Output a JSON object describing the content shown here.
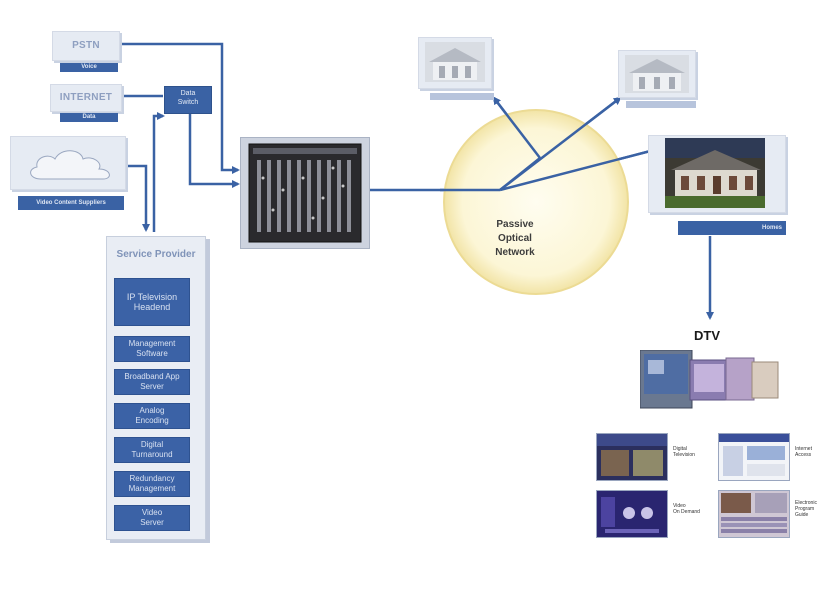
{
  "sources": {
    "pstn": {
      "label": "PSTN",
      "bar": "Voice"
    },
    "internet": {
      "label": "INTERNET",
      "bar": "Data"
    },
    "video": {
      "bar": "Video Content Suppliers"
    }
  },
  "data_switch": {
    "line1": "Data",
    "line2": "Switch"
  },
  "service_provider": {
    "title": "Service Provider",
    "items": [
      {
        "line1": "IP Television",
        "line2": "Headend"
      },
      {
        "line1": "Management",
        "line2": "Software"
      },
      {
        "line1": "Broadband App",
        "line2": "Server"
      },
      {
        "line1": "Analog",
        "line2": "Encoding"
      },
      {
        "line1": "Digital",
        "line2": "Turnaround"
      },
      {
        "line1": "Redundancy",
        "line2": "Management"
      },
      {
        "line1": "Video",
        "line2": "Server"
      }
    ]
  },
  "pon": {
    "line1": "Passive",
    "line2": "Optical",
    "line3": "Network"
  },
  "homes": {
    "bar": "Homes"
  },
  "dtv": {
    "label": "DTV"
  },
  "services": [
    {
      "line1": "Digital",
      "line2": "Television"
    },
    {
      "line1": "Internet",
      "line2": "Access"
    },
    {
      "line1": "Video",
      "line2": "On Demand"
    },
    {
      "line1": "Electronic",
      "line2": "Program",
      "line3": "Guide"
    }
  ],
  "colors": {
    "accent": "#3a62a4",
    "pon_fill": "#fbf7d8",
    "pon_edge": "#efe2a0",
    "panel": "#e9edf4"
  }
}
